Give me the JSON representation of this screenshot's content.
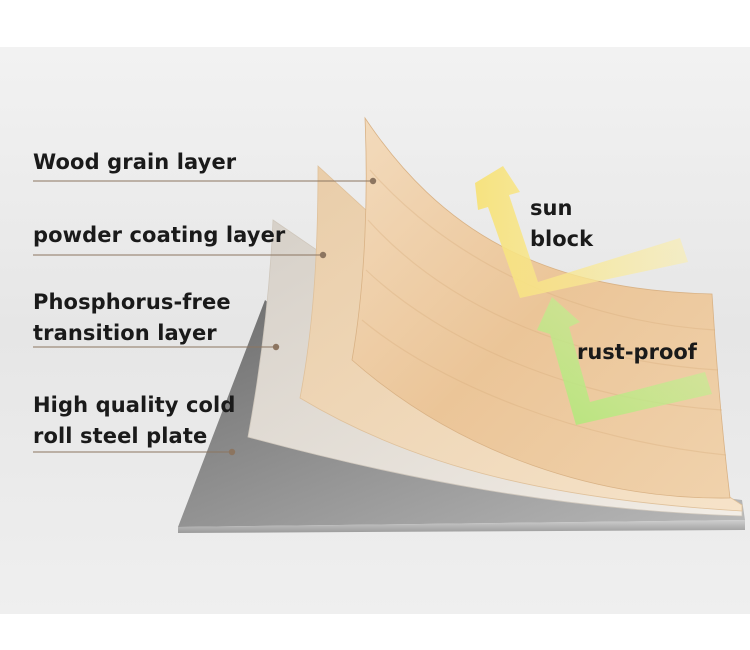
{
  "layers": [
    {
      "id": "wood",
      "lines": [
        "Wood grain layer"
      ]
    },
    {
      "id": "powder",
      "lines": [
        "powder coating layer"
      ]
    },
    {
      "id": "phos",
      "lines": [
        "Phosphorus-free",
        "transition layer"
      ]
    },
    {
      "id": "steel",
      "lines": [
        "High quality cold",
        "roll steel plate"
      ]
    }
  ],
  "sun_block": {
    "lines": [
      "sun",
      "block"
    ]
  },
  "rust_proof": {
    "lines": [
      "rust-proof"
    ]
  },
  "colors": {
    "background": "#ffffff",
    "band": "#ebebeb",
    "leader_line": "#8c7560",
    "wood": "#ecc9a0",
    "powder": "#f1d9b8",
    "transition": "#ddd7cf",
    "steel": "#8a8a8a",
    "sun_arrow": "#f7e37a",
    "rust_arrow": "#a5e36c",
    "text": "#1a1a1a"
  },
  "icons": [
    "sun-block-arrow",
    "rust-proof-arrow"
  ]
}
